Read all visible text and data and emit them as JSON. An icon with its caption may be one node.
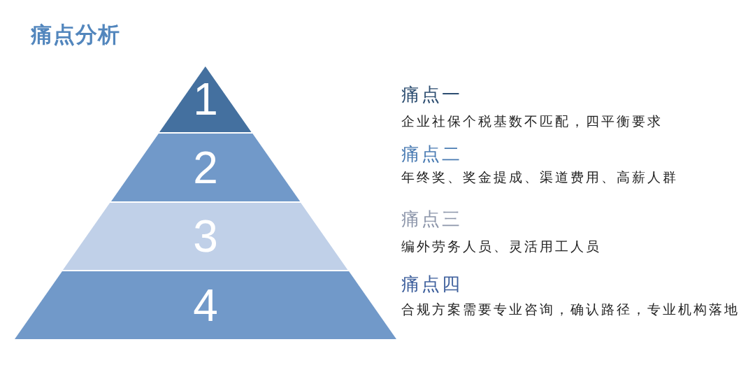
{
  "diagram": {
    "title": "痛点分析",
    "nodes": [
      {
        "text": [
          "1"
        ],
        "beside": [
          "痛点一",
          "企业社保个税基数不匹配，四平衡要求"
        ]
      },
      {
        "text": [
          "2"
        ],
        "beside": [
          "痛点二",
          "年终奖、奖金提成、渠道费用、高薪人群"
        ]
      },
      {
        "text": [
          "3"
        ],
        "beside": [
          "痛点三",
          "编外劳务人员、灵活用工人员"
        ]
      },
      {
        "text": [
          "4"
        ],
        "beside": [
          "痛点四",
          "合规方案需要专业咨询，确认路径，专业机构落地"
        ]
      }
    ]
  }
}
